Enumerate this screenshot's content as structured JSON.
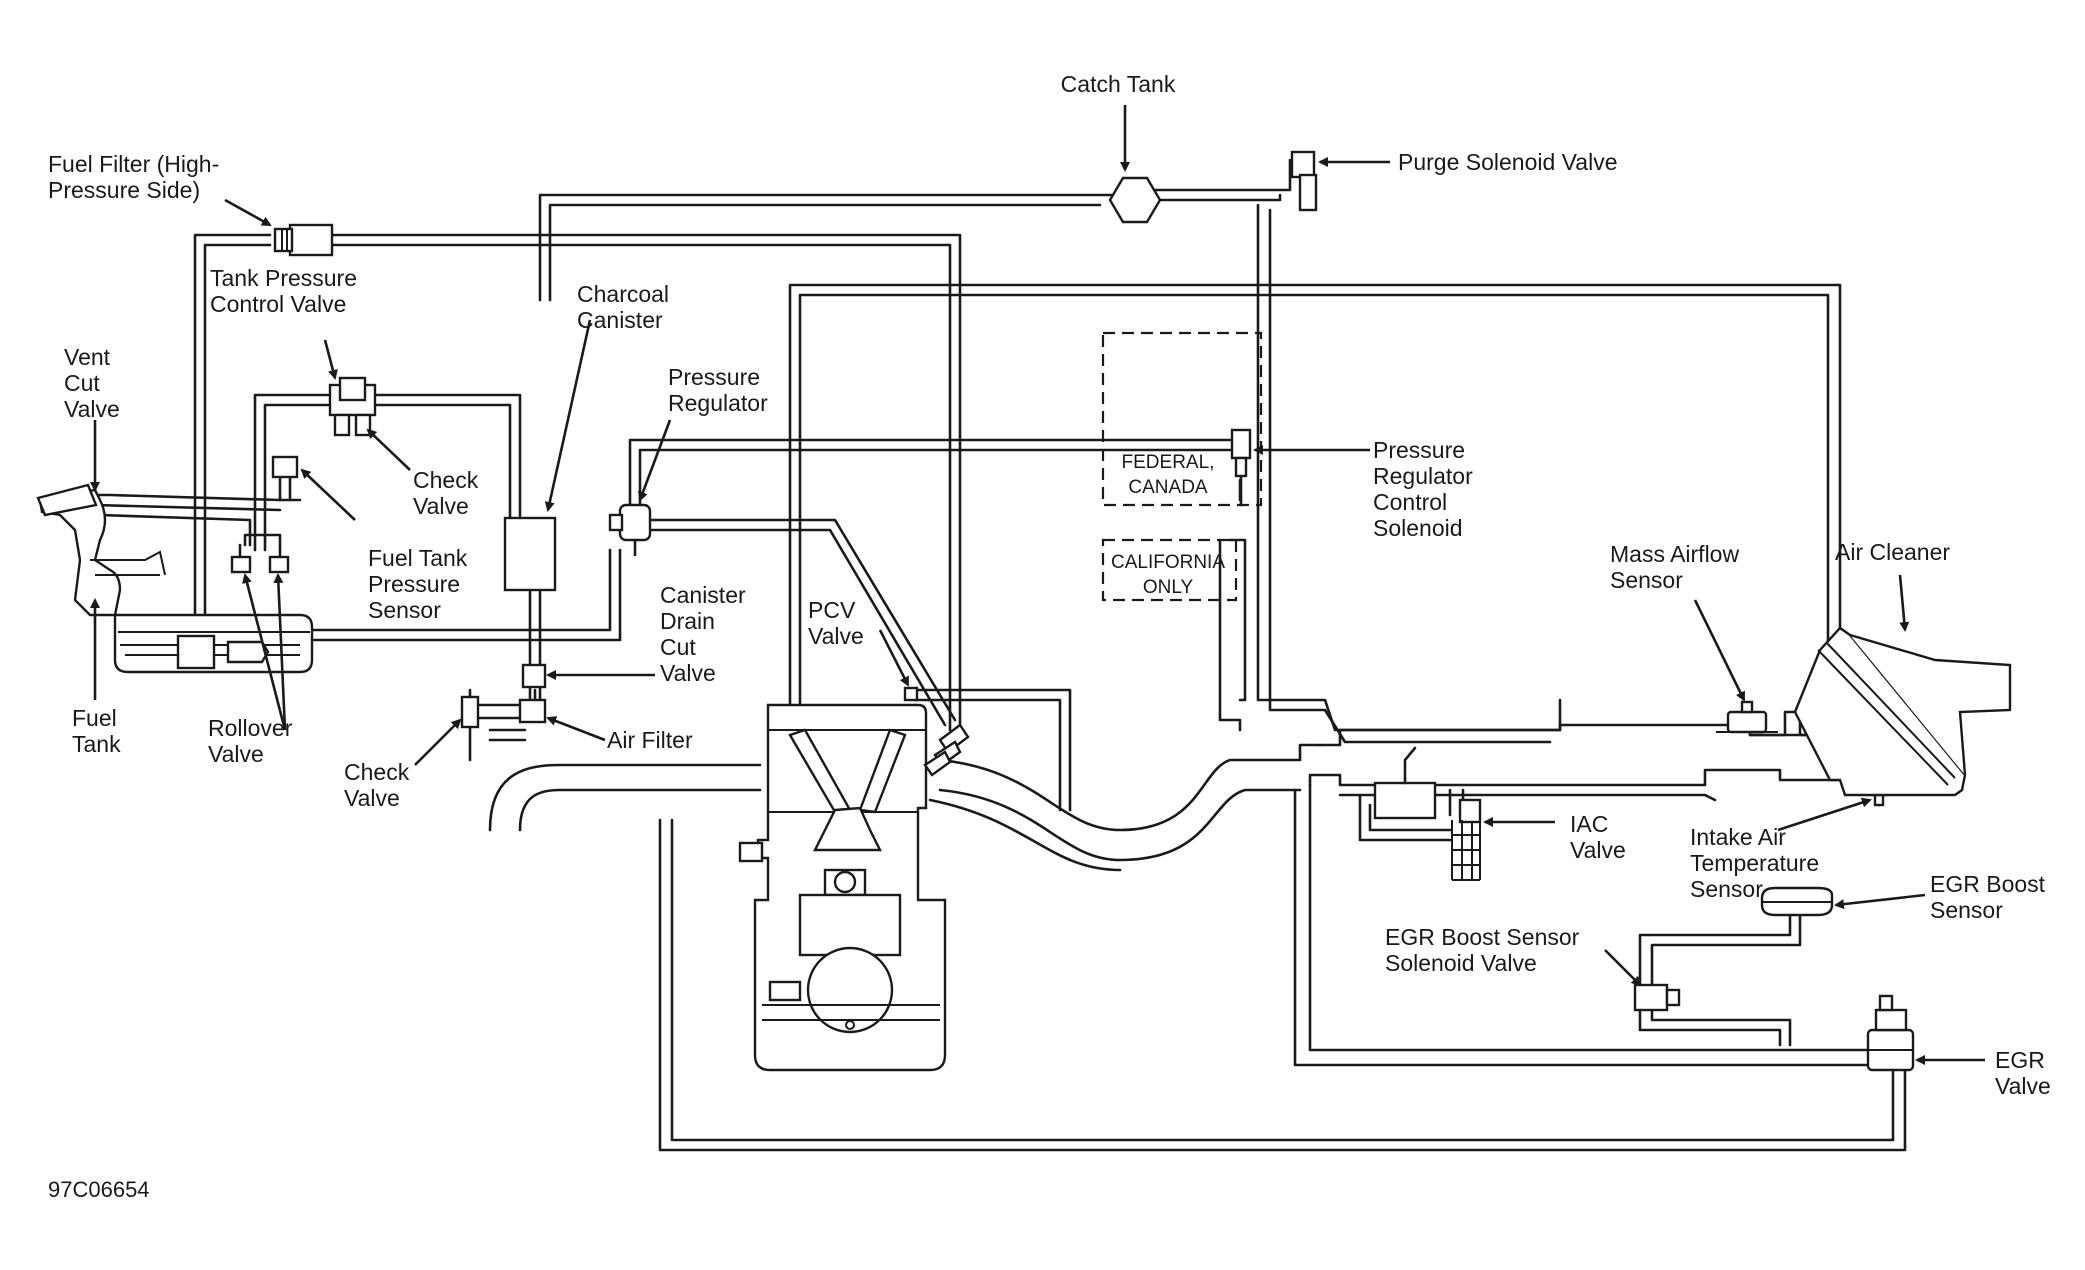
{
  "labels": {
    "catch_tank": "Catch Tank",
    "purge_solenoid_valve": "Purge Solenoid Valve",
    "fuel_filter": [
      "Fuel Filter (High-",
      "Pressure Side)"
    ],
    "tank_pressure_control_valve": [
      "Tank Pressure",
      "Control Valve"
    ],
    "charcoal_canister": [
      "Charcoal",
      "Canister"
    ],
    "vent_cut_valve": [
      "Vent",
      "Cut",
      "Valve"
    ],
    "pressure_regulator": [
      "Pressure",
      "Regulator"
    ],
    "check_valve_upper": [
      "Check",
      "Valve"
    ],
    "fuel_tank_pressure_sensor": [
      "Fuel Tank",
      "Pressure",
      "Sensor"
    ],
    "federal_canada": [
      "FEDERAL,",
      "CANADA"
    ],
    "california_only": [
      "CALIFORNIA",
      "ONLY"
    ],
    "pressure_regulator_control_solenoid": [
      "Pressure",
      "Regulator",
      "Control",
      "Solenoid"
    ],
    "canister_drain_cut_valve": [
      "Canister",
      "Drain",
      "Cut",
      "Valve"
    ],
    "pcv_valve": [
      "PCV",
      "Valve"
    ],
    "mass_airflow_sensor": [
      "Mass Airflow",
      "Sensor"
    ],
    "air_cleaner": "Air Cleaner",
    "fuel_tank": [
      "Fuel",
      "Tank"
    ],
    "rollover_valve": [
      "Rollover",
      "Valve"
    ],
    "check_valve_lower": [
      "Check",
      "Valve"
    ],
    "air_filter": "Air Filter",
    "iac_valve": [
      "IAC",
      "Valve"
    ],
    "intake_air_temperature_sensor": [
      "Intake Air",
      "Temperature",
      "Sensor"
    ],
    "egr_boost_sensor": [
      "EGR Boost",
      "Sensor"
    ],
    "egr_boost_sensor_solenoid_valve": [
      "EGR Boost Sensor",
      "Solenoid Valve"
    ],
    "egr_valve": [
      "EGR",
      "Valve"
    ]
  },
  "figure_code": "97C06654"
}
